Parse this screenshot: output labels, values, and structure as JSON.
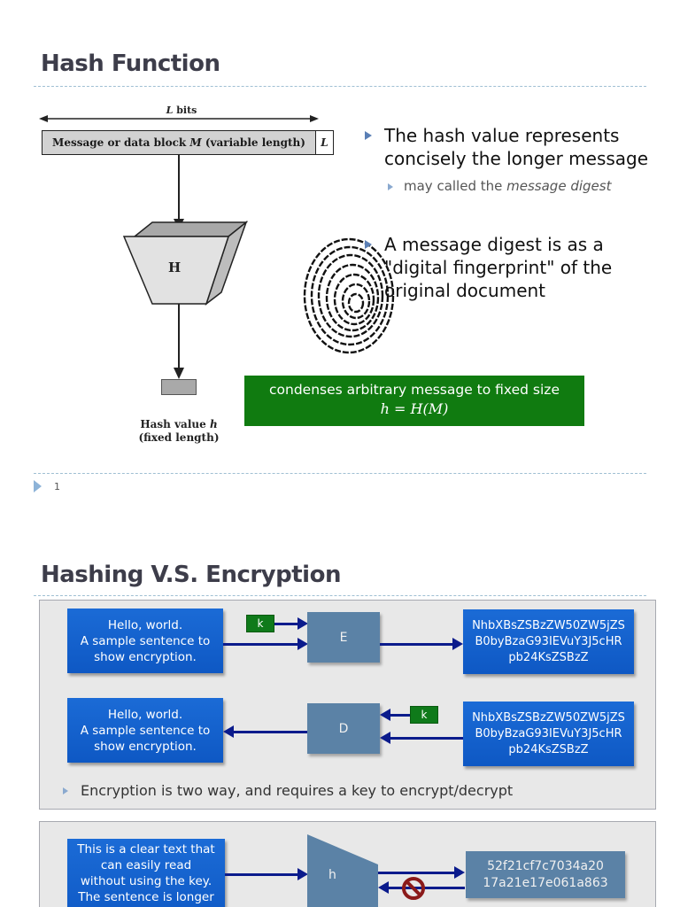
{
  "slide1": {
    "title": "Hash Function",
    "diagram": {
      "length_label": "L bits",
      "message_block": "Message or data block M (variable length)",
      "length_field": "L",
      "hash_box_label": "H",
      "output_caption_line1": "Hash value h",
      "output_caption_line2": "(fixed length)"
    },
    "bullets": [
      {
        "text": "The hash value represents concisely the longer message",
        "sub": [
          {
            "prefix": "may called the ",
            "emph": "message digest",
            "suffix": ""
          }
        ]
      },
      {
        "text": "A message digest is as a \"digital fingerprint\" of the original document"
      }
    ],
    "callout": {
      "line1": "condenses arbitrary message to fixed size",
      "line2": "h  =  H(M)",
      "color": "#107b10"
    },
    "page_number": "1"
  },
  "slide2": {
    "title": "Hashing V.S. Encryption",
    "encryption_panel": {
      "plaintext": [
        "Hello, world.",
        "A sample sentence to",
        "show encryption."
      ],
      "key_label": "k",
      "encrypt_label": "E",
      "decrypt_label": "D",
      "ciphertext": [
        "NhbXBsZSBzZW50ZW5jZS",
        "B0byBzaG93IEVuY3J5cHR",
        "pb24KsZSBzZ"
      ],
      "note": "Encryption is two way, and requires a key to encrypt/decrypt"
    },
    "hashing_panel": {
      "plaintext": [
        "This is a clear text that",
        "can easily read",
        "without using the key.",
        "The sentence is longer"
      ],
      "hash_label": "h",
      "digest": [
        "52f21cf7c7034a20",
        "17a21e17e061a863"
      ]
    }
  }
}
